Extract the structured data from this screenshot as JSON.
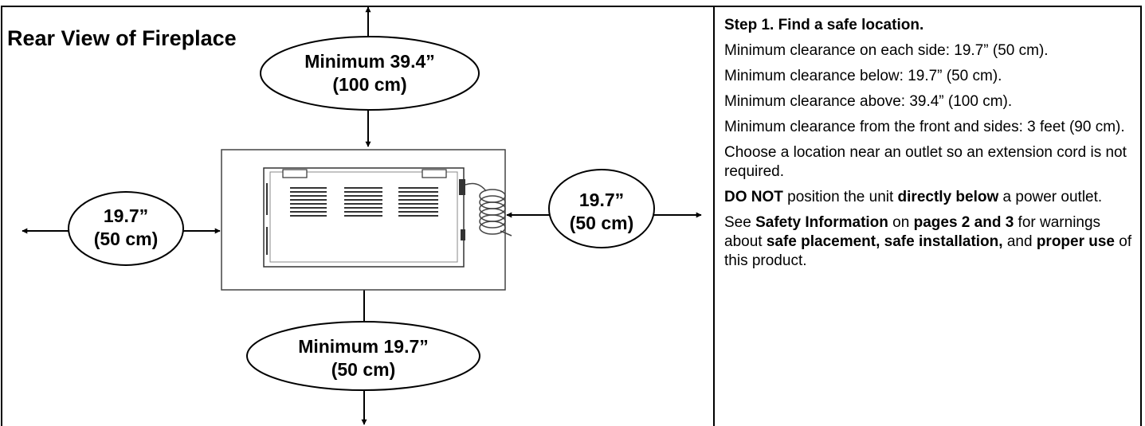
{
  "diagram": {
    "title": "Rear View of Fireplace",
    "top_label": {
      "line1": "Minimum 39.4”",
      "line2": "(100 cm)"
    },
    "bottom_label": {
      "line1": "Minimum 19.7”",
      "line2": "(50 cm)"
    },
    "left_label": {
      "line1": "19.7”",
      "line2": "(50 cm)"
    },
    "right_label": {
      "line1": "19.7”",
      "line2": "(50 cm)"
    }
  },
  "instructions": {
    "heading": "Step 1. Find a safe location.",
    "side_clearance": "Minimum clearance on each side: 19.7” (50 cm).",
    "below_clearance": "Minimum clearance below:  19.7” (50 cm).",
    "above_clearance": "Minimum clearance above:  39.4” (100 cm).",
    "front_clearance": "Minimum clearance from the front and sides: 3 feet (90 cm).",
    "outlet_tip": "Choose a location near an outlet so an extension cord is not required.",
    "warning": {
      "part1": "DO NOT",
      "part2": " position the unit ",
      "part3": "directly below",
      "part4": " a power outlet."
    },
    "see_info": {
      "part1": "See ",
      "part2": "Safety Information",
      "part3": " on ",
      "part4": "pages 2 and 3",
      "part5": " for warnings about ",
      "part6": "safe placement, safe installation,",
      "part7": " and ",
      "part8": "proper use",
      "part9": " of this product."
    }
  }
}
